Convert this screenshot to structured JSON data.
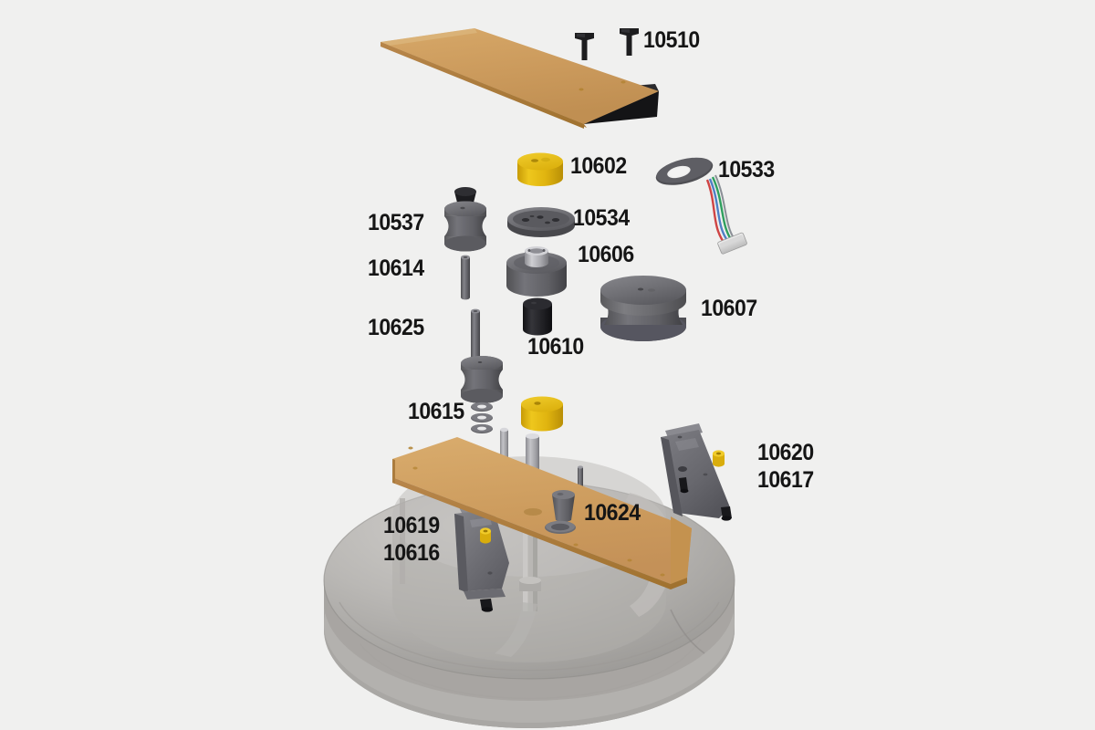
{
  "diagram": {
    "title": "Exploded parts diagram",
    "background_color": "#f0f0ef",
    "label_color": "#151515",
    "wood_color": "#cb9a5c",
    "metal_gray": "#6e6e71",
    "dark_gray": "#4a4a4d",
    "yellow": "#e8b711",
    "black": "#1d1d1f",
    "housing_gray": "#b4b2b0"
  },
  "labels": {
    "fastener_top": "10510",
    "roller_upper": "10602",
    "sensor_harness": "10533",
    "spool_upper": "10537",
    "hole_disc": "10534",
    "pin_long": "10614",
    "hub_assembly": "10606",
    "pin_short": "10625",
    "bushing_black": "10610",
    "pulley_large": "10607",
    "washer_set": "10615",
    "bracket_right_a": "10620",
    "bracket_right_b": "10617",
    "bracket_left_a": "10619",
    "bracket_left_b": "10616",
    "cone_bushing": "10624"
  },
  "parts": [
    {
      "id": "10510",
      "name": "fastener-screw-pair",
      "count": 2,
      "color": "#1d1d1f",
      "description": "T-head rivet screws"
    },
    {
      "id": "10602",
      "name": "roller-yellow-upper",
      "count": 2,
      "color": "#e8b711",
      "description": "Yellow cylindrical roller"
    },
    {
      "id": "10533",
      "name": "sensor-wire-harness",
      "count": 1,
      "color": "#4a4a4d",
      "description": "Oval sensor with 4 colored wires and white connector"
    },
    {
      "id": "10534",
      "name": "perforated-disc",
      "count": 1,
      "color": "#58585b",
      "description": "Flat disc with holes"
    },
    {
      "id": "10537",
      "name": "spool-with-cap",
      "count": 1,
      "color": "#6e6e71",
      "description": "Grooved spool with black cap"
    },
    {
      "id": "10614",
      "name": "long-pin",
      "count": 1,
      "color": "#6e6e71",
      "description": "Thin cylindrical pin"
    },
    {
      "id": "10606",
      "name": "hub-assembly",
      "count": 1,
      "color": "#58585b",
      "description": "Large hub with metallic boss"
    },
    {
      "id": "10625",
      "name": "short-pin",
      "count": 1,
      "color": "#6e6e71",
      "description": "Thin cylindrical pin"
    },
    {
      "id": "10610",
      "name": "black-bushing",
      "count": 1,
      "color": "#1d1d1f",
      "description": "Black cylindrical bushing"
    },
    {
      "id": "10607",
      "name": "large-pulley",
      "count": 1,
      "color": "#6e6e71",
      "description": "Large grooved pulley wheel"
    },
    {
      "id": "10615",
      "name": "washer-set",
      "count": 3,
      "color": "#6e6e71",
      "description": "Three flat washers"
    },
    {
      "id": "10620",
      "name": "bracket-right-upper",
      "count": 1,
      "color": "#75757a",
      "description": "Right triangular bracket"
    },
    {
      "id": "10617",
      "name": "bracket-right-lower",
      "count": 1,
      "color": "#75757a",
      "description": "Right bracket with yellow roller"
    },
    {
      "id": "10619",
      "name": "bracket-left-upper",
      "count": 1,
      "color": "#75757a",
      "description": "Left triangular bracket"
    },
    {
      "id": "10616",
      "name": "bracket-left-lower",
      "count": 1,
      "color": "#75757a",
      "description": "Left bracket with yellow roller"
    },
    {
      "id": "10624",
      "name": "cone-bushing",
      "count": 1,
      "color": "#6e6e71",
      "description": "Tapered cone bushing with seat"
    }
  ]
}
